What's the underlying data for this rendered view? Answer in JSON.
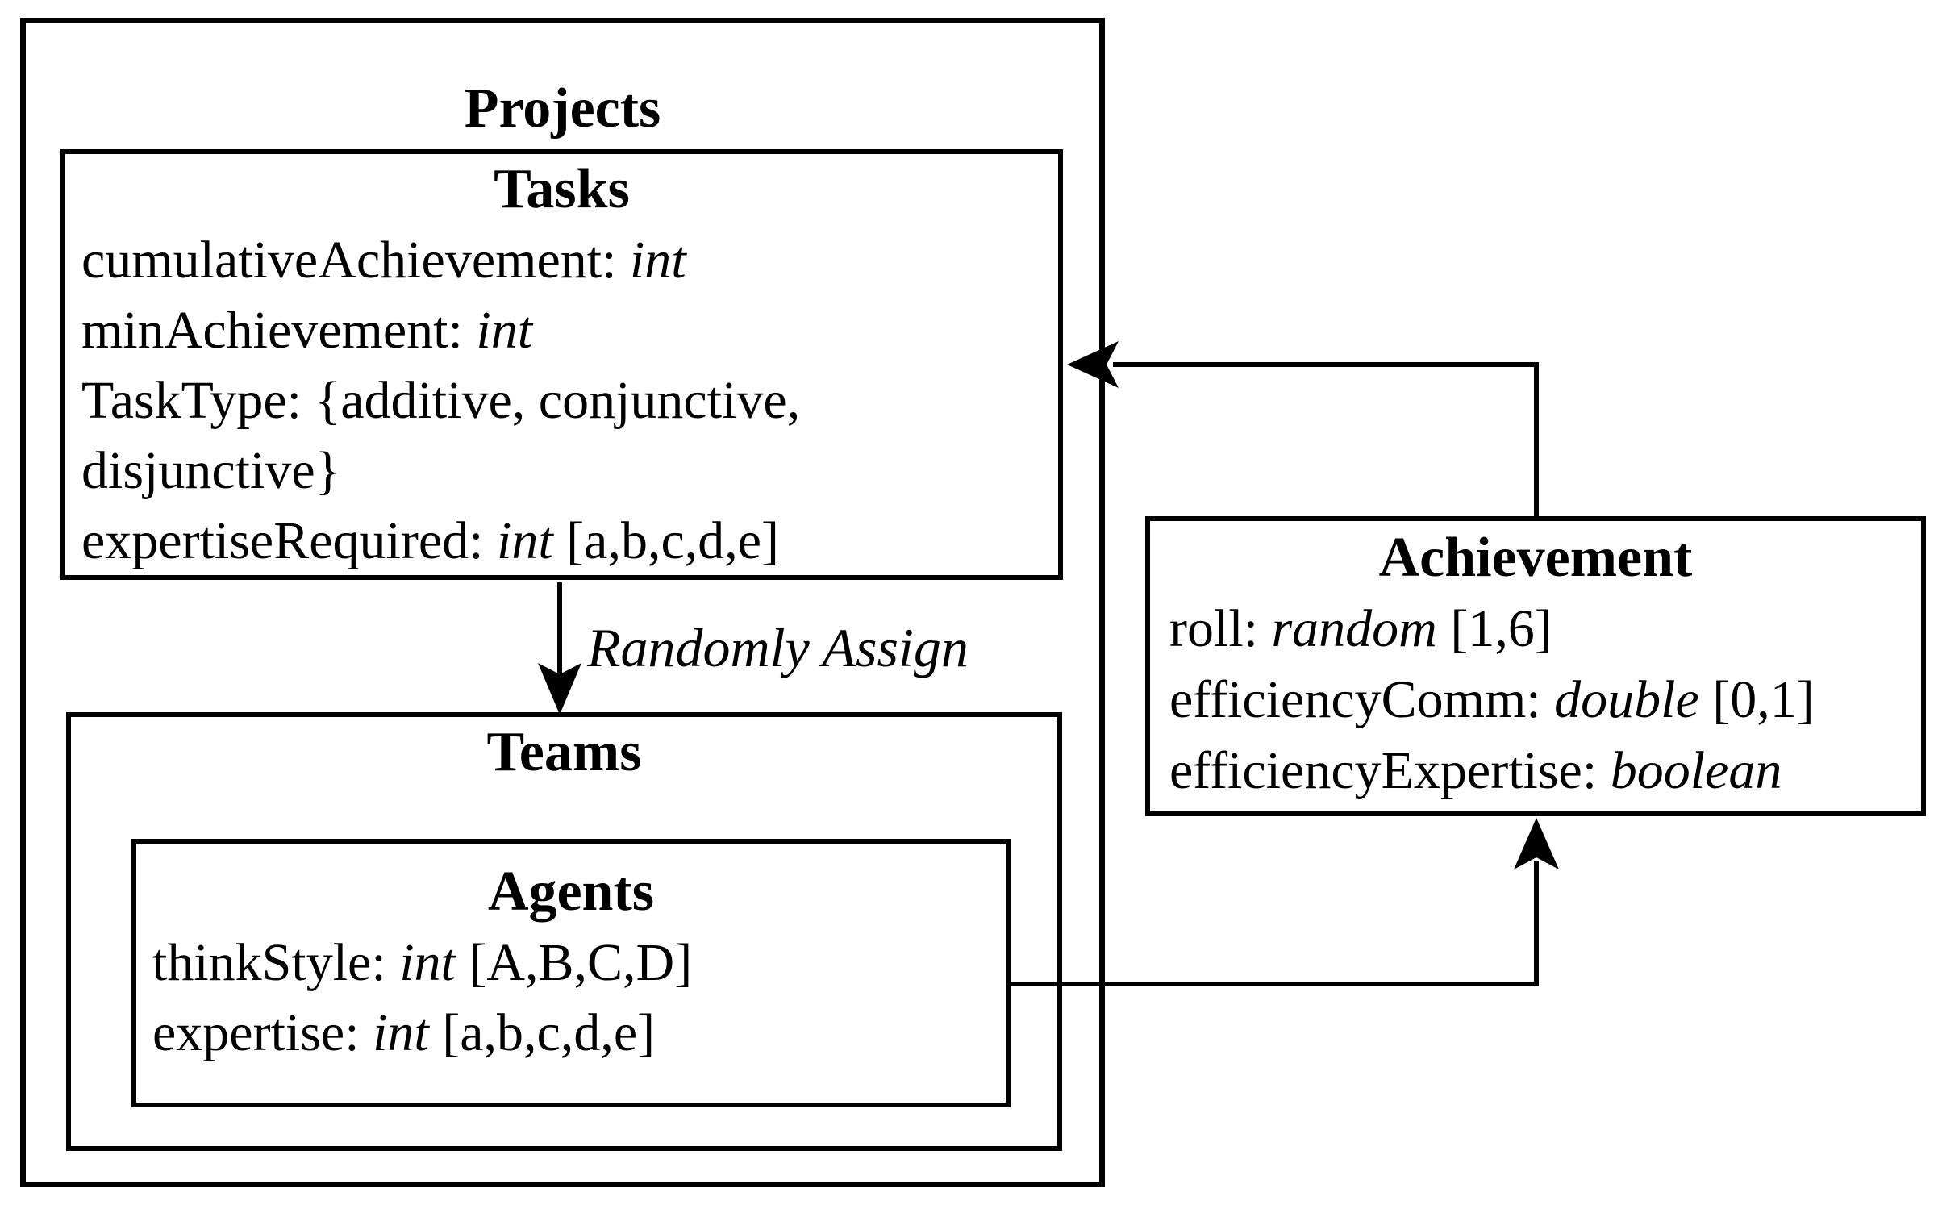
{
  "colors": {
    "background": "#ffffff",
    "line": "#000000",
    "text": "#000000"
  },
  "projects": {
    "title": "Projects"
  },
  "tasks": {
    "title": "Tasks",
    "lines": [
      [
        "cumulativeAchievement: ",
        "int"
      ],
      [
        "minAchievement: ",
        "int"
      ],
      [
        "TaskType: {additive, conjunctive,"
      ],
      [
        "disjunctive}"
      ],
      [
        "expertiseRequired: ",
        "int",
        " [a,b,c,d,e]"
      ]
    ]
  },
  "teams": {
    "title": "Teams"
  },
  "agents": {
    "title": "Agents",
    "lines": [
      [
        "thinkStyle: ",
        "int",
        " [A,B,C,D]"
      ],
      [
        "expertise: ",
        "int",
        " [a,b,c,d,e]"
      ]
    ]
  },
  "achievement": {
    "title": "Achievement",
    "lines": [
      [
        "roll: ",
        "random",
        " [1,6]"
      ],
      [
        "efficiencyComm: ",
        "double",
        " [0,1]"
      ],
      [
        "efficiencyExpertise: ",
        "boolean"
      ]
    ]
  },
  "arrows": {
    "randomly_assign_label": "Randomly Assign"
  }
}
